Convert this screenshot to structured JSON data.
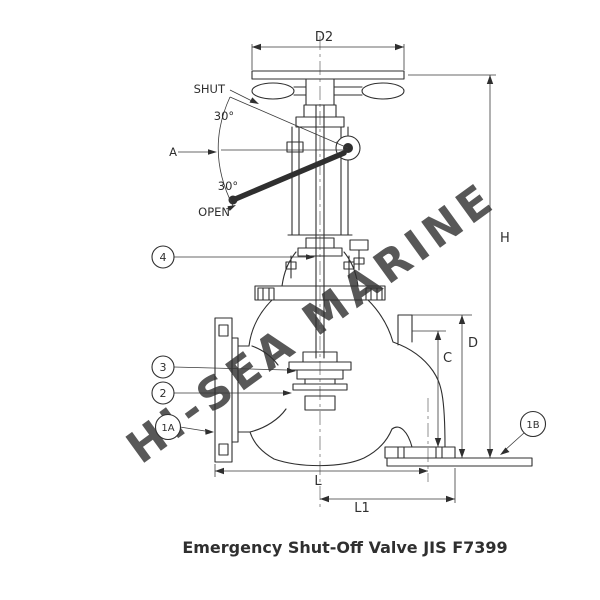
{
  "title": "Emergency Shut-Off Valve JIS F7399",
  "watermark": "HI-SEA MARINE",
  "annotations": {
    "shut": "SHUT",
    "open": "OPEN",
    "angle_upper": "30°",
    "angle_lower": "30°",
    "lever_position": "A"
  },
  "dimensions": {
    "d2": "D2",
    "h": "H",
    "d": "D",
    "c": "C",
    "l": "L",
    "l1": "L1"
  },
  "callouts": {
    "part_4": "4",
    "part_3": "3",
    "part_2": "2",
    "part_1a": "1A",
    "part_1b": "1B"
  },
  "colors": {
    "line": "#2f2f2f",
    "title": "#00808a",
    "watermark": "#d6d6d6"
  }
}
